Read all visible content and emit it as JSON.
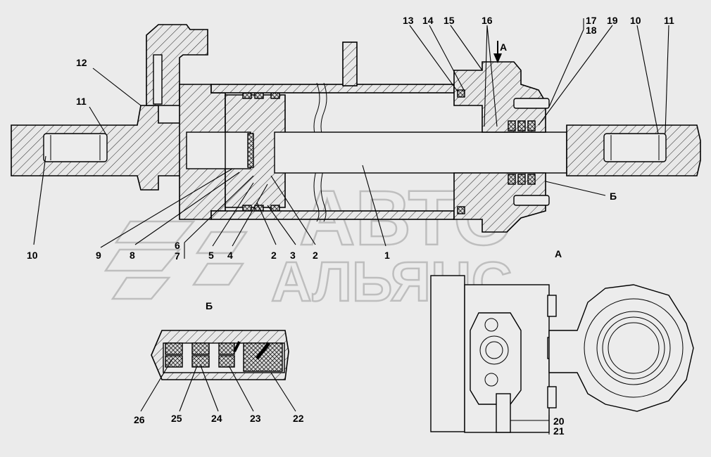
{
  "labels": {
    "l1": "1",
    "l2a": "2",
    "l2b": "2",
    "l3": "3",
    "l4": "4",
    "l5": "5",
    "l6": "6",
    "l7": "7",
    "l8": "8",
    "l9": "9",
    "l10a": "10",
    "l10b": "10",
    "l11a": "11",
    "l11b": "11",
    "l12": "12",
    "l13": "13",
    "l14": "14",
    "l15": "15",
    "l16": "16",
    "l17": "17",
    "l18": "18",
    "l19": "19",
    "l20": "20",
    "l21": "21",
    "l22": "22",
    "l23": "23",
    "l24": "24",
    "l25": "25",
    "l26": "26"
  },
  "views": {
    "view_a_arrow": "А",
    "view_b_callout": "Б",
    "view_a_title": "А",
    "view_b_title": "Б"
  },
  "watermark": {
    "line1": "АВТО",
    "line2": "АЛЬЯНС"
  }
}
